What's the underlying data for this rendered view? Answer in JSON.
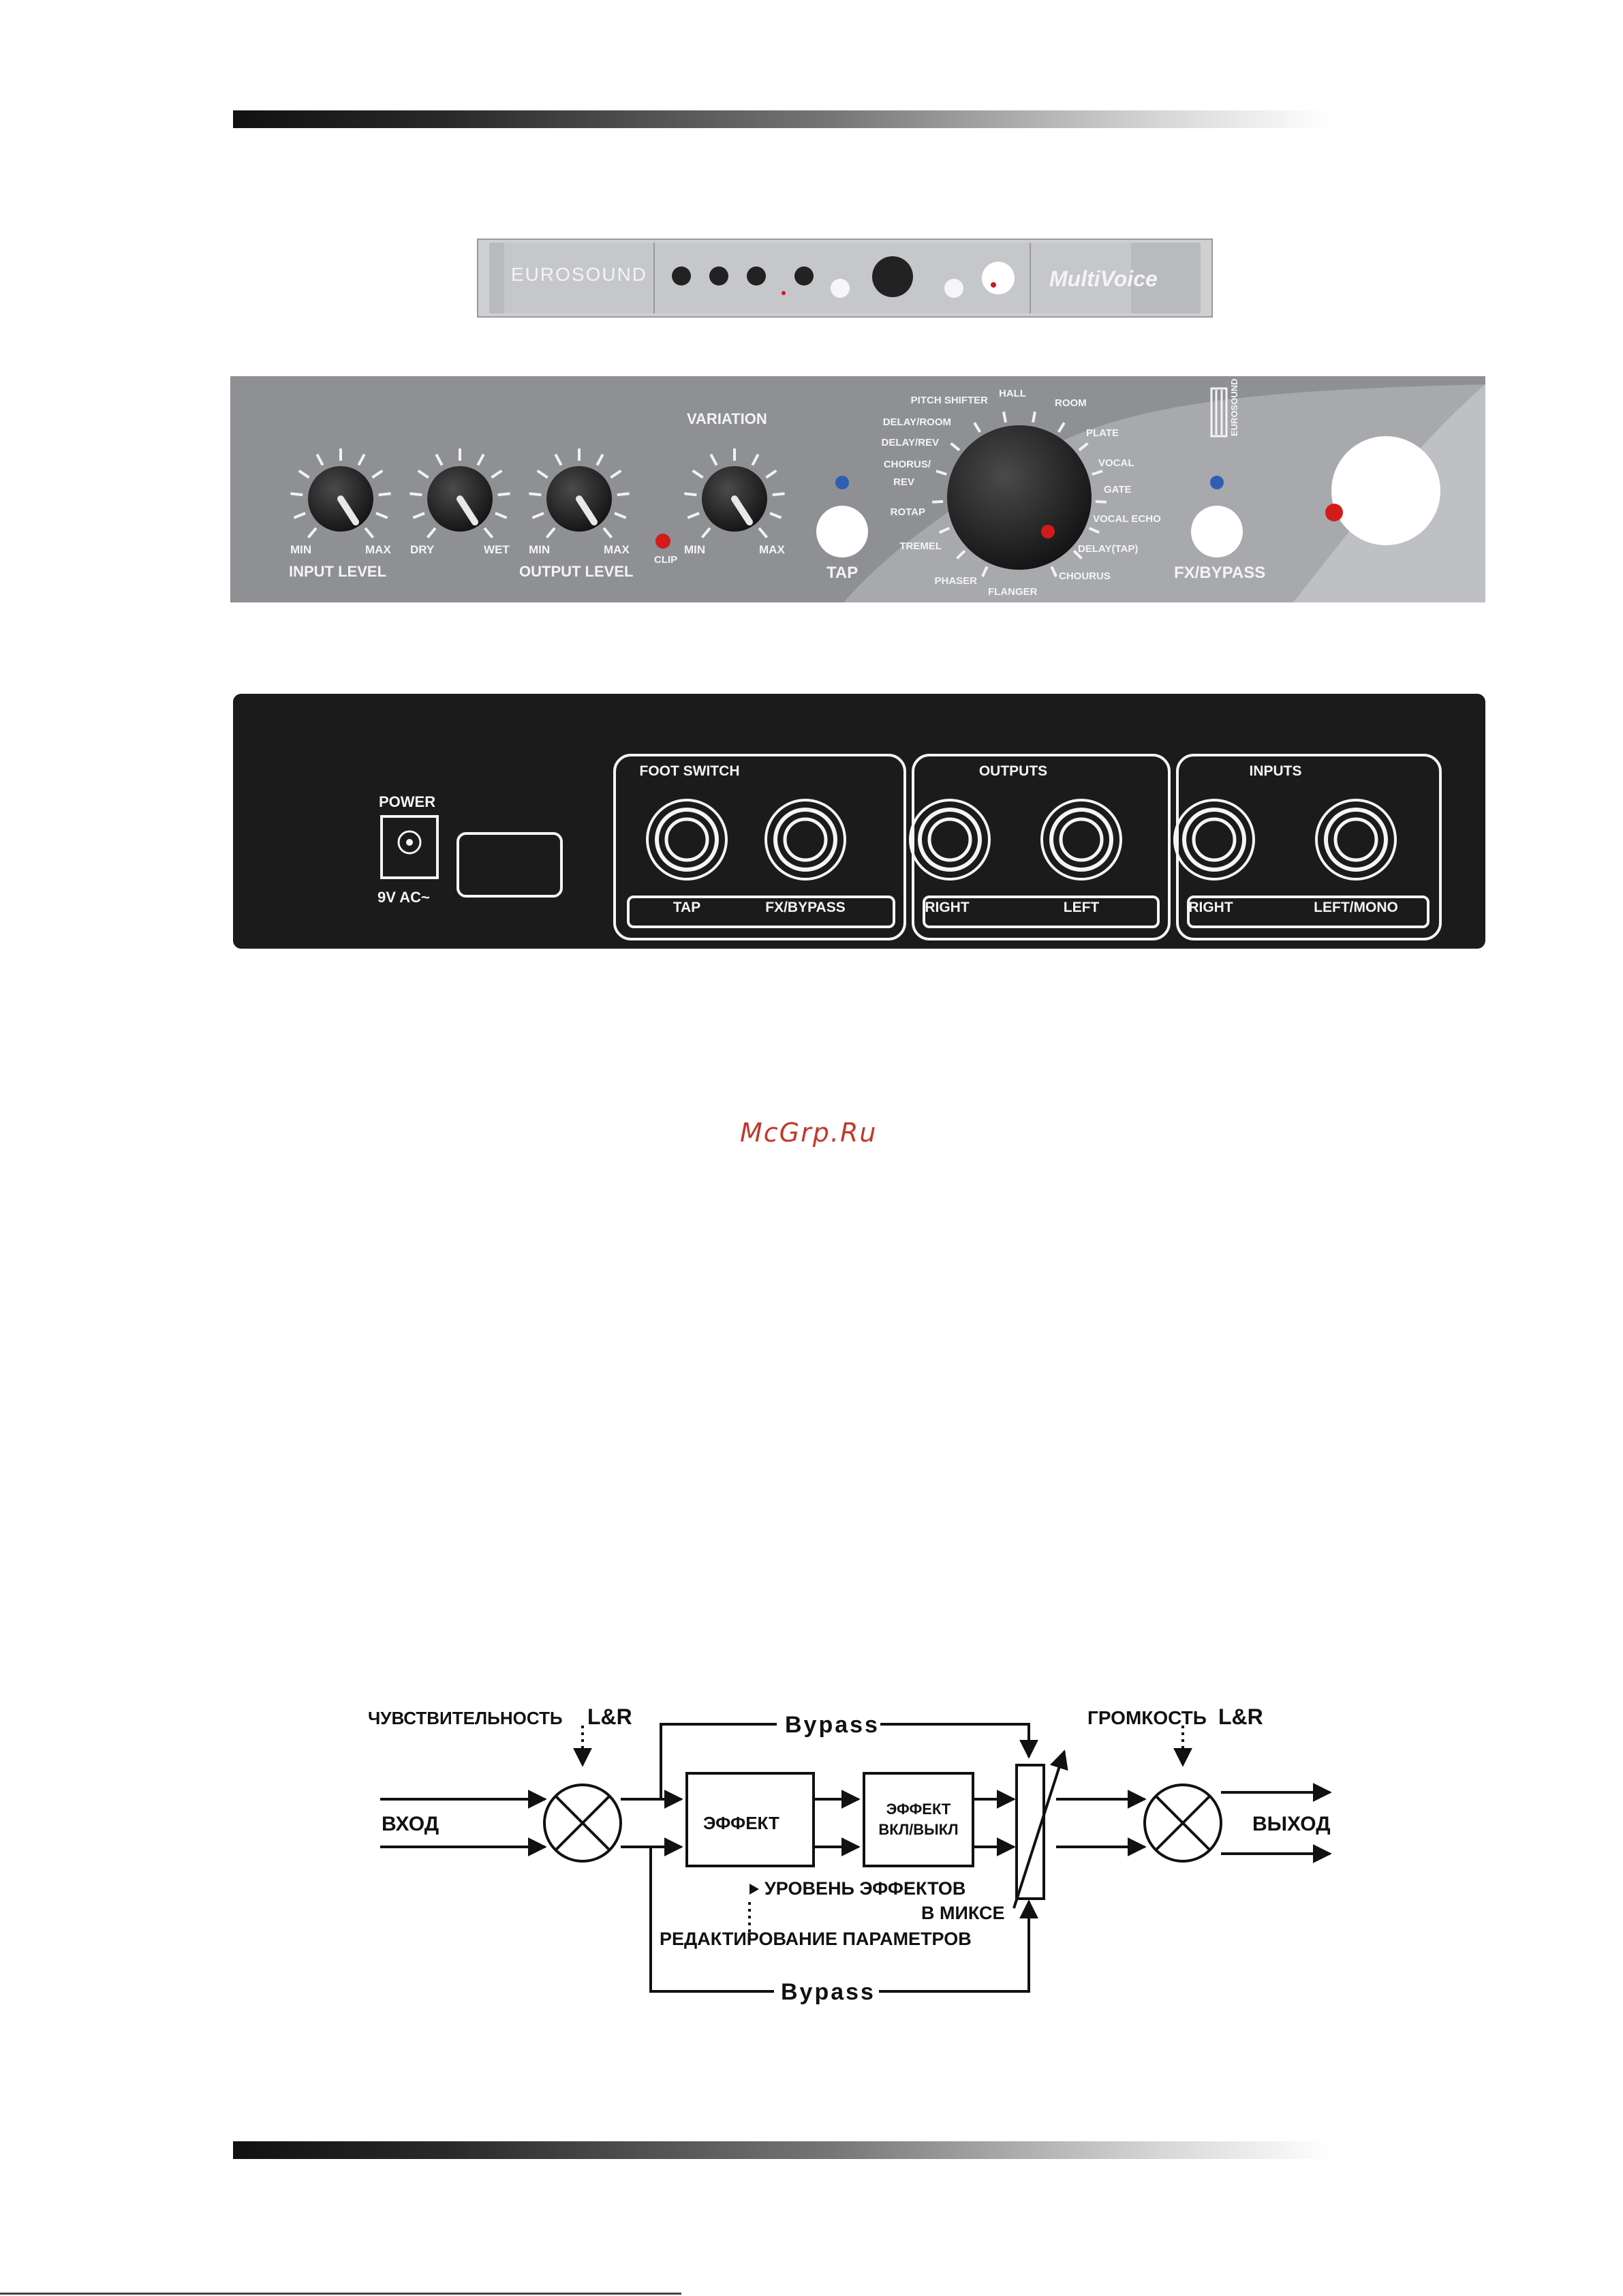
{
  "rack": {
    "brand": "EUROSOUND",
    "model": "MultiVoice"
  },
  "front": {
    "knobs": [
      {
        "min": "MIN",
        "max": "MAX"
      },
      {
        "min": "DRY",
        "max": "WET"
      },
      {
        "min": "MIN",
        "max": "MAX"
      },
      {
        "min": "MIN",
        "max": "MAX"
      }
    ],
    "input_level": "INPUT LEVEL",
    "output_level": "OUTPUT LEVEL",
    "variation": "VARIATION",
    "clip": "CLIP",
    "tap": "TAP",
    "fx_bypass": "FX/BYPASS",
    "logo": "EUROSOUND",
    "effects_left": [
      "PITCH SHIFTER",
      "DELAY/ROOM",
      "DELAY/REV",
      "CHORUS/",
      "REV",
      "ROTAP",
      "TREMEL",
      "PHASER"
    ],
    "effects_top": "HALL",
    "effects_right": [
      "ROOM",
      "PLATE",
      "VOCAL",
      "GATE",
      "VOCAL ECHO",
      "DELAY(TAP)",
      "CHOURUS"
    ],
    "effects_bottom": "FLANGER"
  },
  "rear": {
    "power": "POWER",
    "power_rating": "9V AC~",
    "groups": [
      {
        "title": "FOOT SWITCH",
        "left": "TAP",
        "right": "FX/BYPASS"
      },
      {
        "title": "OUTPUTS",
        "left": "RIGHT",
        "right": "LEFT"
      },
      {
        "title": "INPUTS",
        "left": "RIGHT",
        "right": "LEFT/MONO"
      }
    ]
  },
  "watermark": "McGrp.Ru",
  "diagram": {
    "sensitivity": "ЧУВСТВИТЕЛЬНОСТЬ",
    "sensitivity_suffix": "L&R",
    "input": "ВХОД",
    "bypass_top": "Bypass",
    "effect": "ЭФФЕКТ",
    "effect_switch_1": "ЭФФЕКТ",
    "effect_switch_2": "ВКЛ/ВЫКЛ",
    "volume": "ГРОМКОСТЬ",
    "volume_suffix": "L&R",
    "output": "ВЫХОД",
    "mix_level_1": "УРОВЕНЬ ЭФФЕКТОВ",
    "mix_level_2": "В МИКСЕ",
    "param_edit": "РЕДАКТИРОВАНИЕ ПАРАМЕТРОВ",
    "bypass_bottom": "Bypass"
  }
}
